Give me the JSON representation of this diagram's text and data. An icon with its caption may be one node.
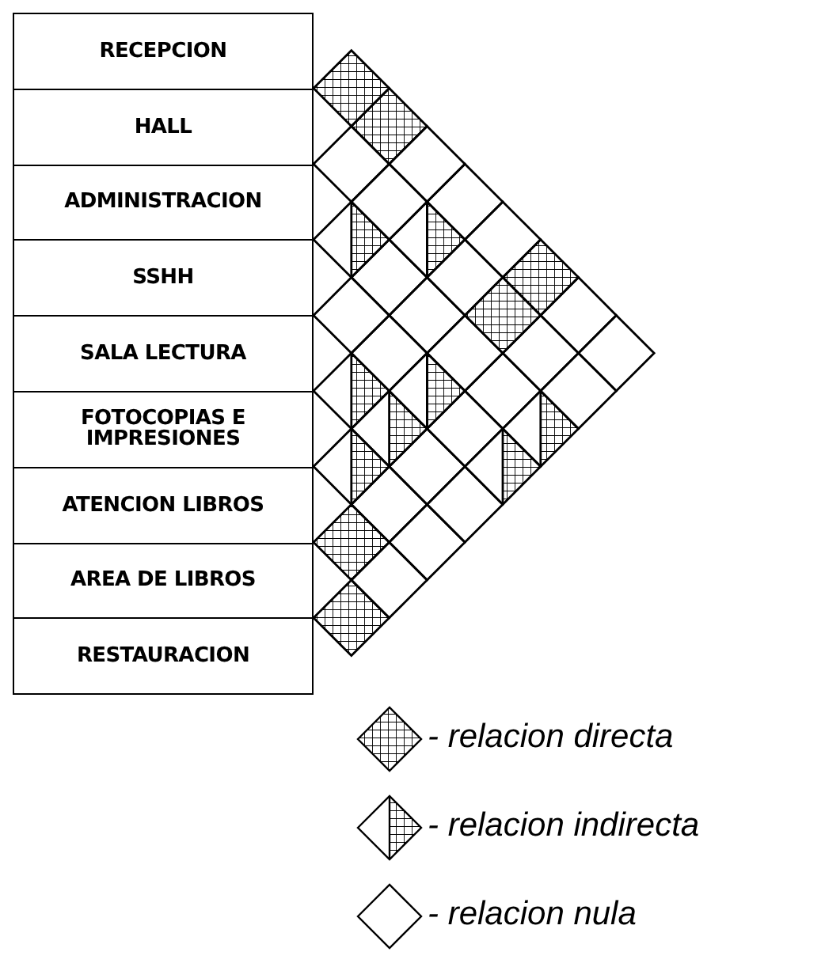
{
  "diagram": {
    "nodes": [
      {
        "text": [
          "RECEPCION"
        ]
      },
      {
        "text": [
          "HALL"
        ]
      },
      {
        "text": [
          "ADMINISTRACION"
        ]
      },
      {
        "text": [
          "SSHH"
        ]
      },
      {
        "text": [
          "SALA LECTURA"
        ]
      },
      {
        "text": [
          "FOTOCOPIAS E IMPRESIONES"
        ]
      },
      {
        "text": [
          "ATENCION LIBROS"
        ]
      },
      {
        "text": [
          "AREA DE LIBROS"
        ]
      },
      {
        "text": [
          "RESTAURACION"
        ]
      }
    ],
    "legend": [
      {
        "text": "- relacion directa"
      },
      {
        "text": "- relacion indirecta"
      },
      {
        "text": "- relacion nula"
      }
    ]
  }
}
